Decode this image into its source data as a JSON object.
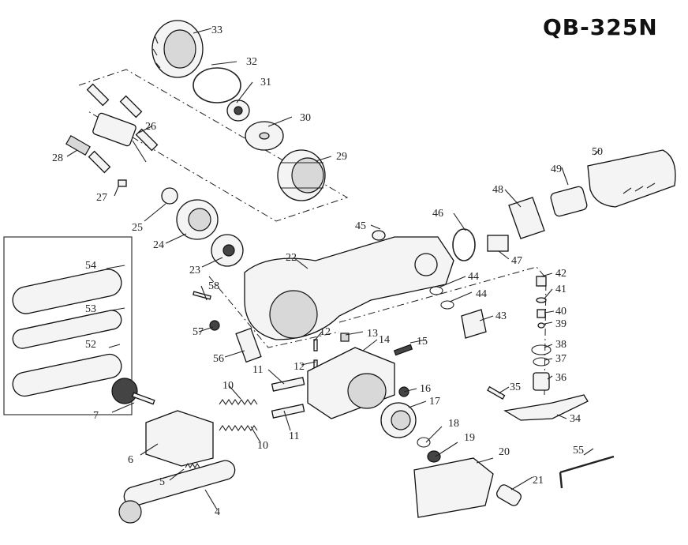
{
  "model": "QB-325N",
  "part_numbers": [
    "33",
    "32",
    "31",
    "30",
    "29",
    "26",
    "28",
    "27",
    "25",
    "24",
    "23",
    "22",
    "50",
    "49",
    "48",
    "46",
    "45",
    "47",
    "42",
    "41",
    "40",
    "39",
    "38",
    "37",
    "36",
    "43",
    "44",
    "44",
    "35",
    "34",
    "54",
    "53",
    "52",
    "58",
    "57",
    "56",
    "12",
    "13",
    "14",
    "12",
    "15",
    "11",
    "10",
    "16",
    "7",
    "17",
    "11",
    "10",
    "18",
    "6",
    "19",
    "20",
    "5",
    "21",
    "4",
    "55"
  ]
}
